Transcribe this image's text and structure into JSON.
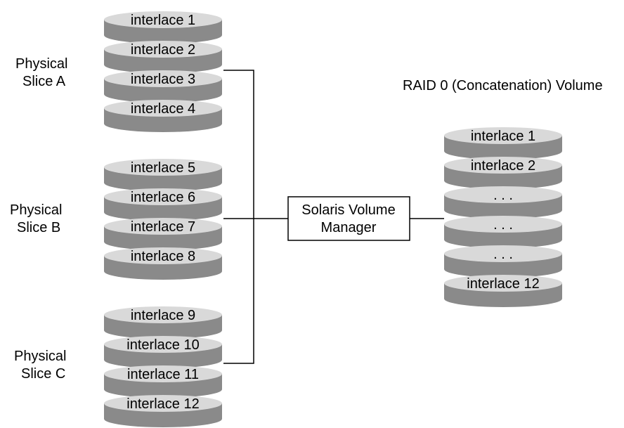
{
  "slices": [
    {
      "label": [
        "Physical",
        "Slice A"
      ],
      "disks": [
        "interlace 1",
        "interlace 2",
        "interlace 3",
        "interlace 4"
      ]
    },
    {
      "label": [
        "Physical",
        "Slice B"
      ],
      "disks": [
        "interlace 5",
        "interlace 6",
        "interlace 7",
        "interlace 8"
      ]
    },
    {
      "label": [
        "Physical",
        "Slice C"
      ],
      "disks": [
        "interlace 9",
        "interlace 10",
        "interlace 11",
        "interlace 12"
      ]
    }
  ],
  "manager": {
    "line1": "Solaris Volume",
    "line2": "Manager"
  },
  "volume": {
    "title": "RAID 0 (Concatenation) Volume",
    "disks": [
      "interlace 1",
      "interlace 2",
      ". . .",
      ". . .",
      ". . .",
      "interlace 12"
    ]
  },
  "colors": {
    "disk_top": "#d9d9d9",
    "disk_side": "#8a8a8a",
    "line": "#000000"
  }
}
